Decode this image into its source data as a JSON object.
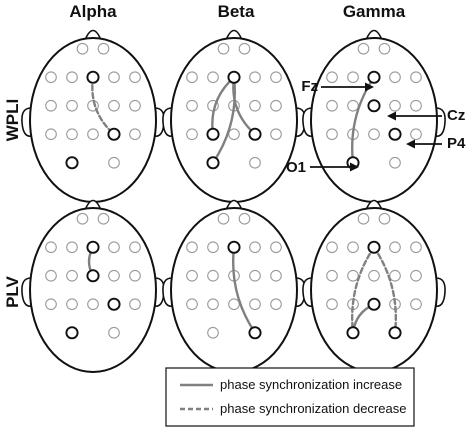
{
  "bands": [
    {
      "key": "alpha",
      "title": "Alpha"
    },
    {
      "key": "beta",
      "title": "Beta"
    },
    {
      "key": "gamma",
      "title": "Gamma"
    }
  ],
  "rows": [
    {
      "key": "wpli",
      "label": "WPLI"
    },
    {
      "key": "plv",
      "label": "PLV"
    }
  ],
  "colors": {
    "increase": "#808080",
    "decrease": "#808080",
    "inactive_electrode": "#9a9a9a",
    "active_electrode": "#111111",
    "head_outline": "#111111"
  },
  "connections": {
    "wpli": {
      "alpha": [
        {
          "from": "Fz",
          "to": "P4",
          "type": "decrease"
        },
        {
          "from": "O1",
          "type": "node"
        }
      ],
      "beta": [
        {
          "from": "Fz",
          "to": "P3",
          "type": "increase"
        },
        {
          "from": "Fz",
          "to": "O1",
          "type": "increase"
        },
        {
          "from": "Fz",
          "to": "P4",
          "type": "increase"
        }
      ],
      "gamma": [
        {
          "from": "Fz",
          "to": "O1",
          "type": "increase"
        },
        {
          "from": "Cz",
          "type": "node"
        },
        {
          "from": "P4",
          "type": "node"
        }
      ]
    },
    "plv": {
      "alpha": [
        {
          "from": "Fz",
          "to": "Cz",
          "type": "increase"
        },
        {
          "from": "P4",
          "type": "node"
        },
        {
          "from": "O1",
          "type": "node"
        }
      ],
      "beta": [
        {
          "from": "Fz",
          "to": "O2",
          "type": "increase"
        }
      ],
      "gamma": [
        {
          "from": "Fz",
          "to": "O1",
          "type": "decrease"
        },
        {
          "from": "Fz",
          "to": "O2",
          "type": "decrease"
        },
        {
          "from": "Pz",
          "to": "O1",
          "type": "increase"
        }
      ]
    }
  },
  "annotations": [
    {
      "electrode": "Fz",
      "label": "Fz"
    },
    {
      "electrode": "Cz",
      "label": "Cz"
    },
    {
      "electrode": "P4",
      "label": "P4"
    },
    {
      "electrode": "O1",
      "label": "O1"
    }
  ],
  "legend": {
    "increase": "phase synchronization increase",
    "decrease": "phase synchronization decrease"
  }
}
